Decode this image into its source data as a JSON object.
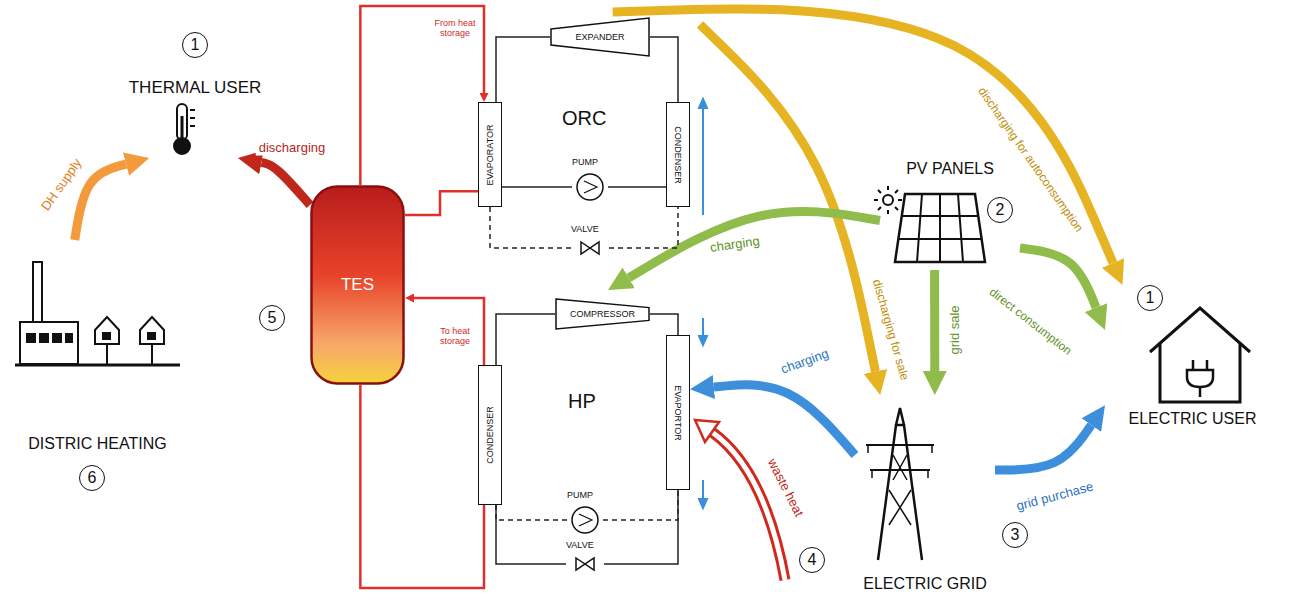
{
  "diagram": {
    "nodes": [
      {
        "text": [
          "THERMAL USER"
        ]
      },
      {
        "text": [
          "ORC"
        ]
      },
      {
        "text": [
          "EXPANDER"
        ],
        "in": 1
      },
      {
        "text": [
          "EVAPORATOR"
        ],
        "in": 1
      },
      {
        "text": [
          "CONDENSER"
        ],
        "in": 1
      },
      {
        "text": [
          "PUMP"
        ],
        "in": 1
      },
      {
        "text": [
          "VALVE"
        ],
        "in": 1
      },
      {
        "text": [
          "PV PANELS"
        ]
      },
      {
        "text": [
          "TES"
        ]
      },
      {
        "text": [
          "HP"
        ]
      },
      {
        "text": [
          "COMPRESSOR"
        ],
        "in": 9
      },
      {
        "text": [
          "CONDENSER"
        ],
        "in": 9
      },
      {
        "text": [
          "EVAPORTOR"
        ],
        "in": 9
      },
      {
        "text": [
          "PUMP"
        ],
        "in": 9
      },
      {
        "text": [
          "VALVE"
        ],
        "in": 9
      },
      {
        "text": [
          "ELECTRIC USER"
        ]
      },
      {
        "text": [
          "DISTRIC HEATING"
        ]
      },
      {
        "text": [
          "ELECTRIC GRID"
        ]
      }
    ],
    "edges": [
      {
        "from": 16,
        "to": 0,
        "label": "DH supply",
        "arrow": "to"
      },
      {
        "from": 8,
        "to": 0,
        "label": "discharging",
        "arrow": "to"
      },
      {
        "from": 1,
        "to": 15,
        "label": "discharging for autoconsumption",
        "arrow": "to"
      },
      {
        "from": 1,
        "to": 17,
        "label": "discharging for sale",
        "arrow": "to"
      },
      {
        "from": 7,
        "to": 9,
        "label": "charging",
        "arrow": "to"
      },
      {
        "from": 7,
        "to": 15,
        "label": "direct consumption",
        "arrow": "to"
      },
      {
        "from": 7,
        "to": 17,
        "label": "grid sale",
        "arrow": "to"
      },
      {
        "from": 17,
        "to": 15,
        "label": "grid purchase",
        "arrow": "to"
      },
      {
        "from": 17,
        "to": 12,
        "label": "charging",
        "arrow": "to"
      },
      {
        "from": 8,
        "to": 3,
        "label": "From heat storage",
        "arrow": "to"
      },
      {
        "from": 3,
        "to": 8,
        "arrow": "none"
      },
      {
        "from": 11,
        "to": 8,
        "label": "To heat storage",
        "arrow": "to"
      },
      {
        "from": 8,
        "to": 11,
        "arrow": "none"
      },
      {
        "from": 3,
        "to": 2,
        "arrow": "none"
      },
      {
        "from": 2,
        "to": 4,
        "arrow": "none"
      },
      {
        "from": 4,
        "to": 5,
        "arrow": "none"
      },
      {
        "from": 5,
        "to": 3,
        "arrow": "none"
      },
      {
        "from": 3,
        "to": 6,
        "arrow": "none"
      },
      {
        "from": 6,
        "to": 4,
        "arrow": "none"
      },
      {
        "from": 12,
        "to": 10,
        "arrow": "none"
      },
      {
        "from": 10,
        "to": 11,
        "arrow": "none"
      },
      {
        "from": 11,
        "to": 13,
        "arrow": "none"
      },
      {
        "from": 13,
        "to": 12,
        "arrow": "none"
      },
      {
        "from": 11,
        "to": 14,
        "arrow": "none"
      },
      {
        "from": 14,
        "to": 12,
        "arrow": "none"
      }
    ],
    "labels": [
      "1",
      "5",
      "2",
      "1",
      "6",
      "3",
      "4",
      "waste heat"
    ]
  }
}
